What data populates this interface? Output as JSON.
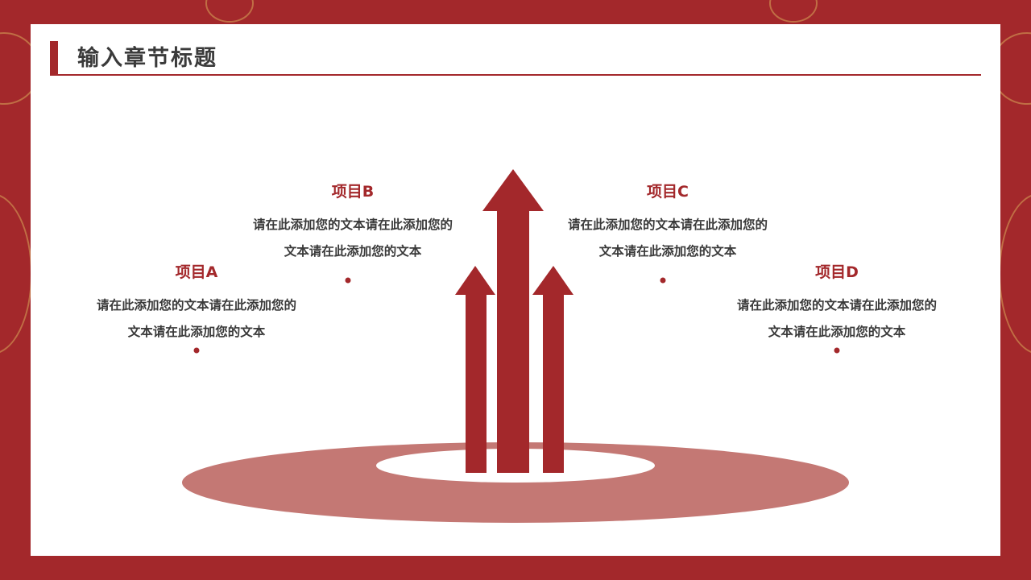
{
  "slide": {
    "title": "输入章节标题",
    "accent_color": "#a3282b",
    "items": [
      {
        "title": "项目A",
        "line1": "请在此添加您的文本请在此添加您的",
        "line2": "文本请在此添加您的文本"
      },
      {
        "title": "项目B",
        "line1": "请在此添加您的文本请在此添加您的",
        "line2": "文本请在此添加您的文本"
      },
      {
        "title": "项目C",
        "line1": "请在此添加您的文本请在此添加您的",
        "line2": "文本请在此添加您的文本"
      },
      {
        "title": "项目D",
        "line1": "请在此添加您的文本请在此添加您的",
        "line2": "文本请在此添加您的文本"
      }
    ]
  }
}
